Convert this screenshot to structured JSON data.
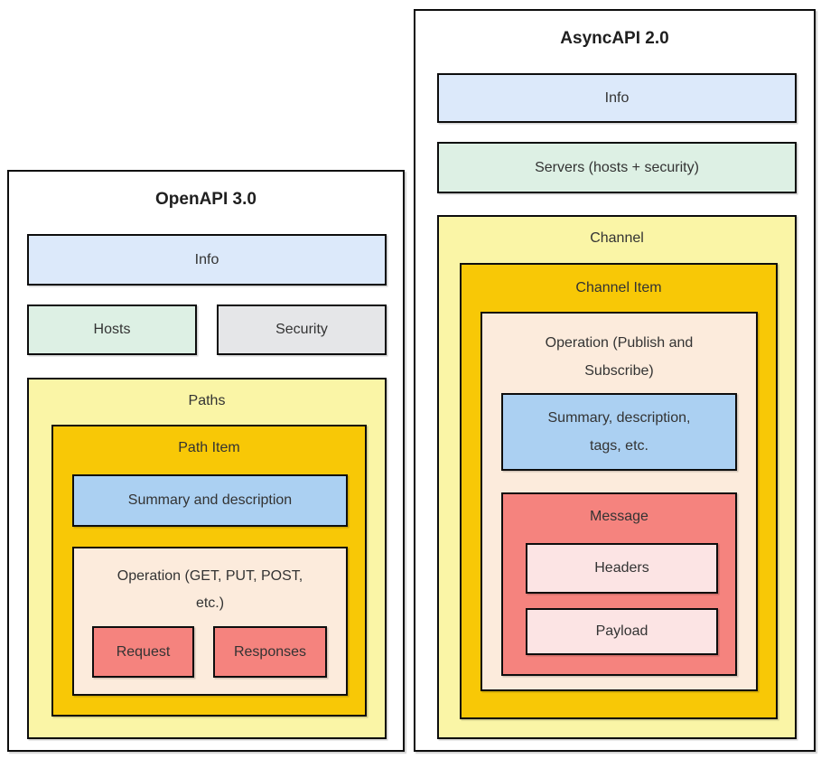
{
  "colors": {
    "background": "#ffffff",
    "border": "#0d0d0d",
    "text": "#333333",
    "light_blue": "#dce9fa",
    "medium_blue": "#abd0f2",
    "light_green": "#ddf0e4",
    "gray": "#e5e6e8",
    "pale_yellow": "#faf5a6",
    "gold": "#f8c806",
    "peach": "#fcebdc",
    "salmon": "#f5837e",
    "light_pink": "#fce4e4"
  },
  "openapi": {
    "title": "OpenAPI 3.0",
    "info": "Info",
    "hosts": "Hosts",
    "security": "Security",
    "paths": "Paths",
    "path_item": "Path Item",
    "summary": "Summary and description",
    "operation": "Operation (GET, PUT, POST, etc.)",
    "request": "Request",
    "responses": "Responses"
  },
  "asyncapi": {
    "title": "AsyncAPI 2.0",
    "info": "Info",
    "servers": "Servers (hosts + security)",
    "channel": "Channel",
    "channel_item": "Channel Item",
    "operation": "Operation (Publish and Subscribe)",
    "summary": "Summary, description, tags, etc.",
    "message": "Message",
    "headers": "Headers",
    "payload": "Payload"
  }
}
